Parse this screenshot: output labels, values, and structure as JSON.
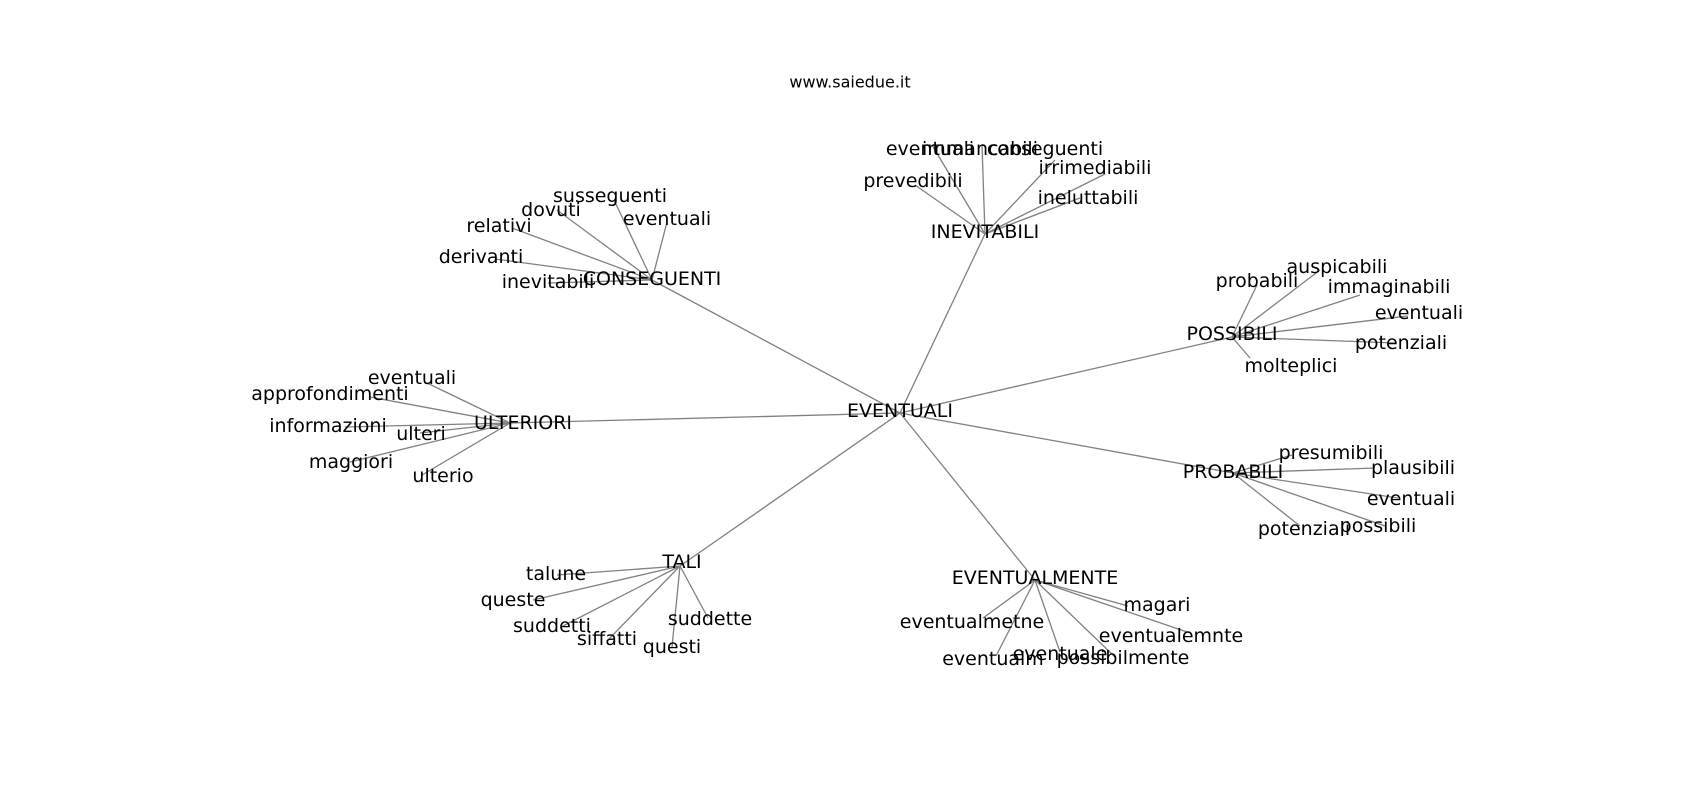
{
  "site": "www.saiedue.it",
  "graph": {
    "center": "EVENTUALI",
    "groups": [
      {
        "label": "INEVITABILI",
        "leaves": [
          "eventuali",
          "immancabili",
          "conseguenti",
          "irrimediabili",
          "prevedibili",
          "ineluttabili"
        ]
      },
      {
        "label": "CONSEGUENTI",
        "leaves": [
          "susseguenti",
          "dovuti",
          "relativi",
          "eventuali",
          "derivanti",
          "inevitabili"
        ]
      },
      {
        "label": "POSSIBILI",
        "leaves": [
          "auspicabili",
          "probabili",
          "immaginabili",
          "eventuali",
          "potenziali",
          "molteplici"
        ]
      },
      {
        "label": "ULTERIORI",
        "leaves": [
          "eventuali",
          "approfondimenti",
          "informazioni",
          "ulteri",
          "maggiori",
          "ulterio"
        ]
      },
      {
        "label": "PROBABILI",
        "leaves": [
          "presumibili",
          "plausibili",
          "eventuali",
          "possibili",
          "potenziali"
        ]
      },
      {
        "label": "TALI",
        "leaves": [
          "talune",
          "queste",
          "suddetti",
          "siffatti",
          "questi",
          "suddette"
        ]
      },
      {
        "label": "EVENTUALMENTE",
        "leaves": [
          "magari",
          "eventualmetne",
          "eventualemnte",
          "eventualm",
          "eventuale",
          "possibilmente"
        ]
      }
    ]
  }
}
